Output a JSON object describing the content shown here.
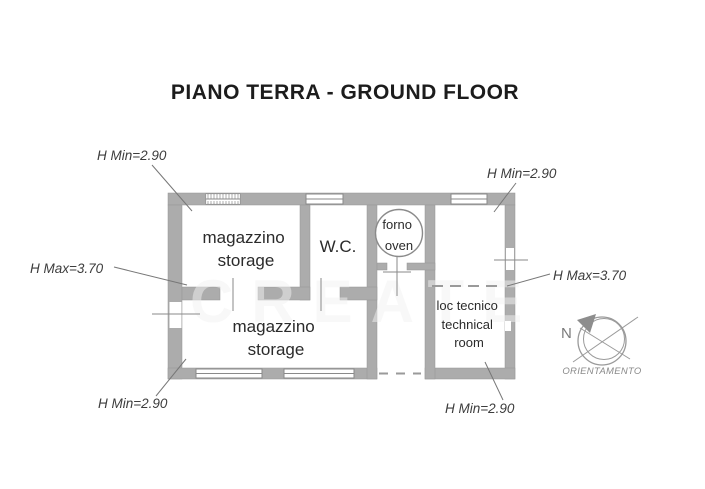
{
  "title": "PIANO TERRA - GROUND FLOOR",
  "rooms": {
    "magazzino_top": {
      "line1": "magazzino",
      "line2": "storage"
    },
    "wc": {
      "line1": "W.C."
    },
    "forno": {
      "line1": "forno",
      "line2": "oven"
    },
    "magazzino_bottom": {
      "line1": "magazzino",
      "line2": "storage"
    },
    "loc_tecnico": {
      "line1": "loc tecnico",
      "line2": "technical",
      "line3": "room"
    }
  },
  "annotations": {
    "top_left": "H Min=2.90",
    "top_right": "H Min=2.90",
    "left": "H Max=3.70",
    "right": "H Max=3.70",
    "bottom_left": "H Min=2.90",
    "bottom_right": "H Min=2.90"
  },
  "compass": {
    "north": "N",
    "caption": "ORIENTAMENTO"
  },
  "watermark": "CREATE",
  "colors": {
    "wall": "#acacac",
    "line": "#8a8a8a",
    "title_text": "#1c1c1c",
    "annotation_text": "#3d3d3d",
    "leader": "#777777",
    "compass": "#9a9a9a"
  }
}
